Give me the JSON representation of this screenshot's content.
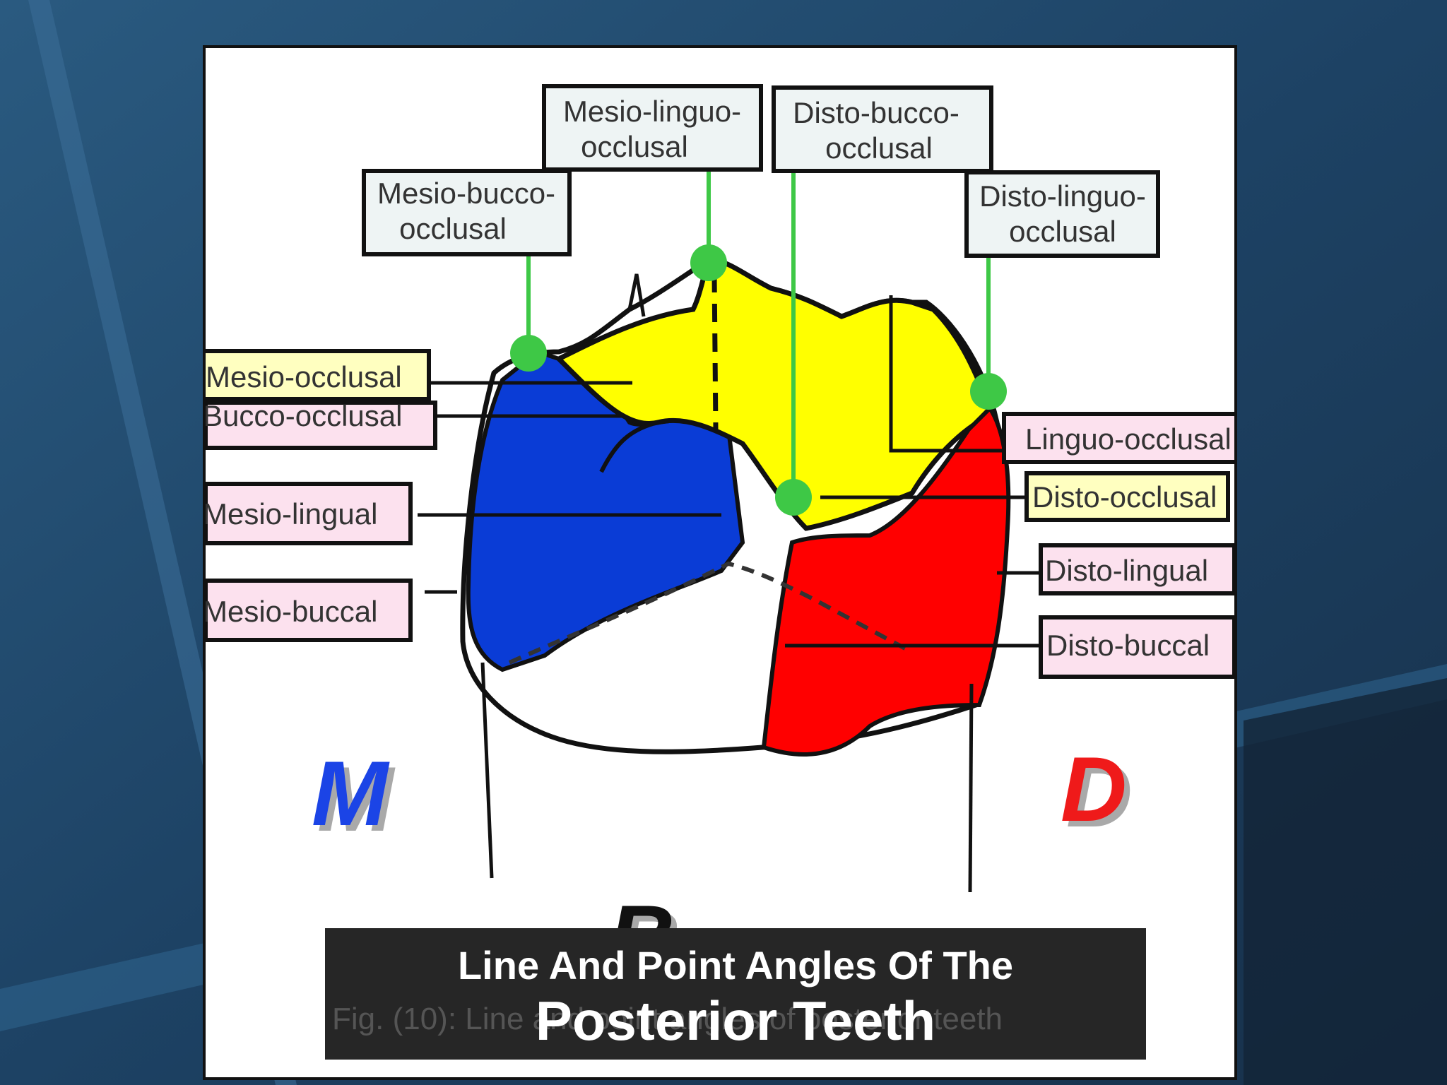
{
  "colors": {
    "background": "#1f4466",
    "occlusal_yellow": "#ffff00",
    "mesial_blue": "#0a3cd6",
    "distal_red": "#ff0000",
    "point_green": "#3ec846",
    "label_pink": "#fce1ee",
    "label_yellow": "#ffffc0",
    "label_blue": "#eef4f4",
    "caption_bg": "#262626"
  },
  "labels": {
    "mesio_linguo_occlusal": [
      "Mesio-linguo-",
      "occlusal"
    ],
    "disto_bucco_occlusal": [
      "Disto-bucco-",
      "occlusal"
    ],
    "mesio_bucco_occlusal": [
      "Mesio-bucco-",
      "occlusal"
    ],
    "disto_linguo_occlusal": [
      "Disto-linguo-",
      "occlusal"
    ],
    "mesio_occlusal": "Mesio-occlusal",
    "bucco_occlusal": "Bucco-occlusal",
    "mesio_lingual": "Mesio-lingual",
    "mesio_buccal": "Mesio-buccal",
    "linguo_occlusal": "Linguo-occlusal",
    "disto_occlusal": "Disto-occlusal",
    "disto_lingual": "Disto-lingual",
    "disto_buccal": "Disto-buccal"
  },
  "side_letters": {
    "mesial": "M",
    "distal": "D",
    "buccal": "B"
  },
  "caption": {
    "line1": "Line And Point Angles Of The",
    "line2": "Posterior Teeth",
    "ghost": "Fig. (10): Line and point angles of posterior teeth"
  }
}
